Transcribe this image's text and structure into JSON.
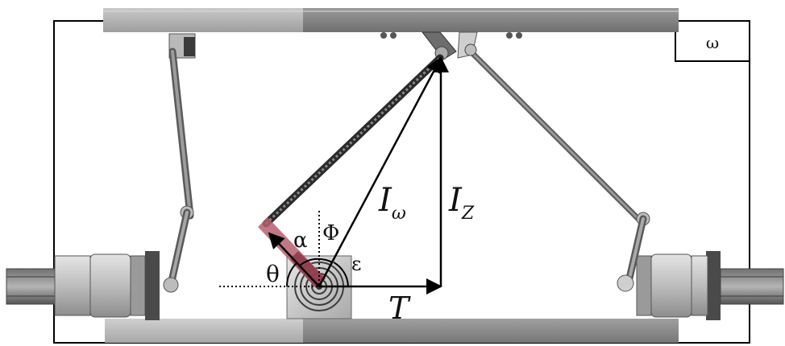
{
  "frame_label": "ω",
  "vectors": {
    "i_omega": {
      "main": "I",
      "sub": "ω"
    },
    "i_z": {
      "main": "I",
      "sub": "Z"
    },
    "t": "T"
  },
  "angles": {
    "alpha": "α",
    "phi": "Φ",
    "theta": "θ",
    "epsilon": "ε"
  }
}
